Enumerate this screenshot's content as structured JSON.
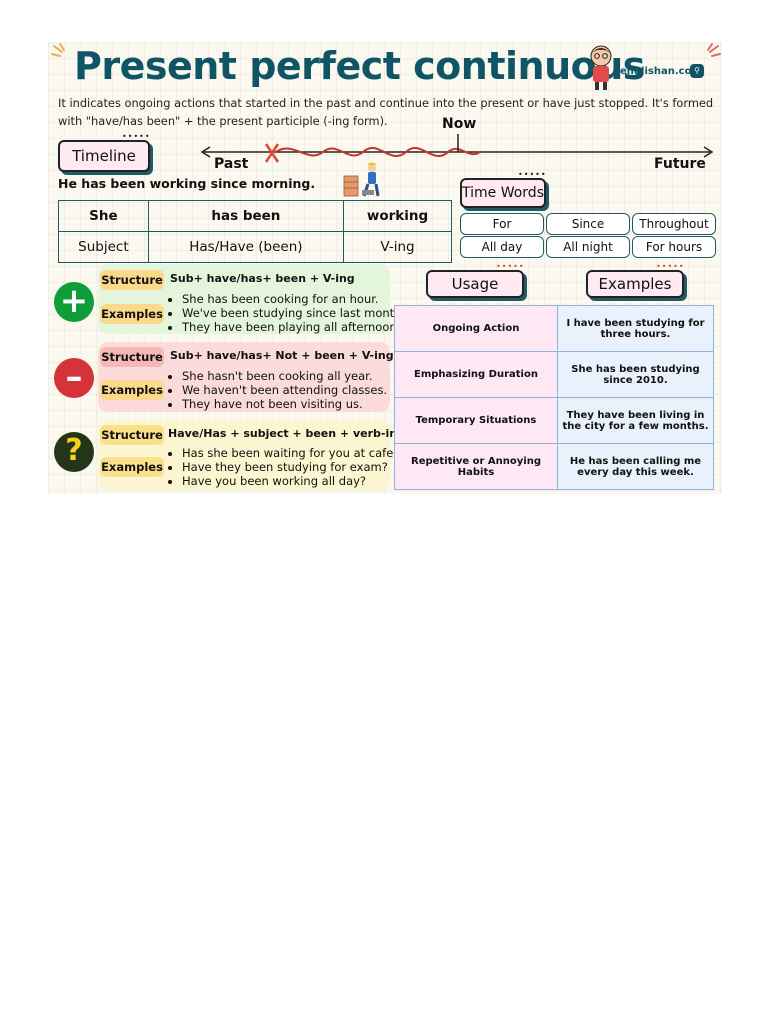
{
  "title": "Present perfect continuous",
  "intro": "It indicates ongoing actions that started in the past and continue into the present or have just stopped. It's formed with \"have/has been\" + the present participle (-ing form).",
  "brand": "englishan.com",
  "timeline": {
    "tag": "Timeline",
    "now": "Now",
    "past": "Past",
    "future": "Future",
    "sentence": "He has been working since morning."
  },
  "parts_table": {
    "headers": [
      "She",
      "has been",
      "working"
    ],
    "row": [
      "Subject",
      "Has/Have (been)",
      "V-ing"
    ]
  },
  "time_words": {
    "tag": "Time Words",
    "items": [
      "For",
      "Since",
      "Throughout",
      "All day",
      "All night",
      "For hours"
    ]
  },
  "forms": {
    "structure_label": "Structure",
    "examples_label": "Examples",
    "positive": {
      "formula": "Sub+ have/has+ been + V-ing",
      "examples": [
        "She has been cooking for an hour.",
        "We've been studying since last month.",
        "They have been playing all afternoon."
      ]
    },
    "negative": {
      "formula": "Sub+ have/has+ Not + been + V-ing",
      "examples": [
        "She hasn't been cooking all year.",
        "We haven't been attending classes.",
        "They have not been visiting us."
      ]
    },
    "question": {
      "formula": "Have/Has + subject + been + verb-ing +?",
      "examples": [
        "Has she been waiting for you at cafe?",
        "Have they been studying for exam?",
        "Have you been working all day?"
      ]
    }
  },
  "usage": {
    "usage_tag": "Usage",
    "examples_tag": "Examples",
    "rows": [
      {
        "usage": "Ongoing Action",
        "example": "I have been studying for three hours."
      },
      {
        "usage": "Emphasizing Duration",
        "example": "She has been studying since 2010."
      },
      {
        "usage": "Temporary Situations",
        "example": "They have been living in the city for a few months."
      },
      {
        "usage": "Repetitive or Annoying Habits",
        "example": "He has been calling me every day this week."
      }
    ]
  },
  "colors": {
    "title": "#0f5566",
    "positive": "#0f9d3a",
    "negative": "#d6323a",
    "question": "#253618"
  }
}
